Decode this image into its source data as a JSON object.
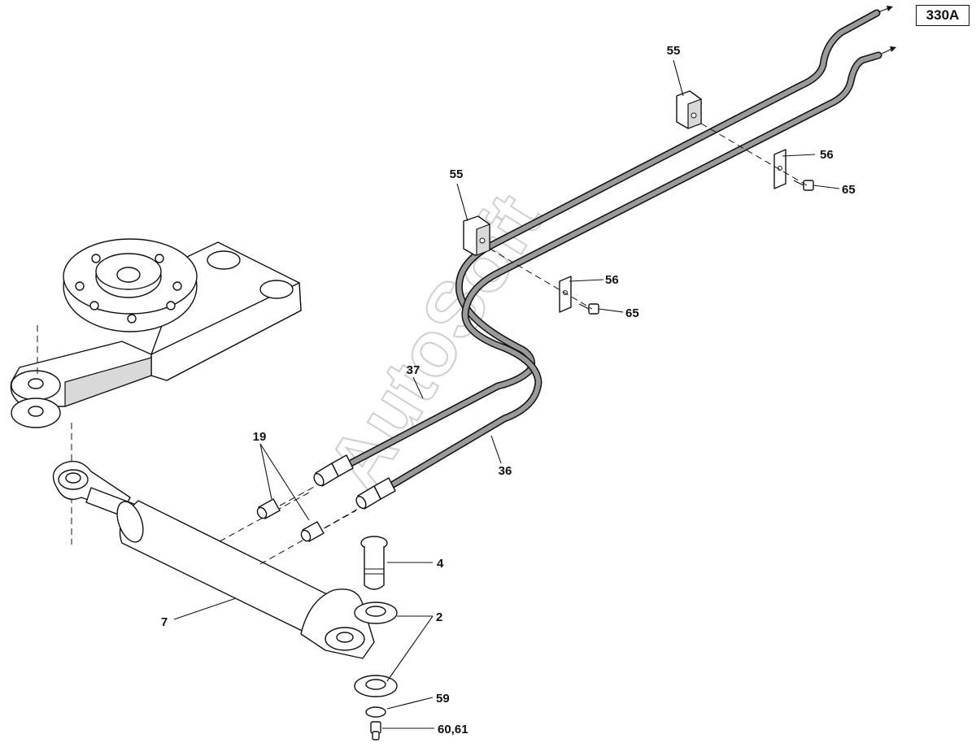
{
  "diagram_ref": "330A",
  "watermark": "AutoSoft",
  "callouts": {
    "c55a": "55",
    "c55b": "55",
    "c56a": "56",
    "c56b": "56",
    "c65a": "65",
    "c65b": "65",
    "c37": "37",
    "c36": "36",
    "c19": "19",
    "c4": "4",
    "c7": "7",
    "c2": "2",
    "c59": "59",
    "c6061": "60,61"
  }
}
